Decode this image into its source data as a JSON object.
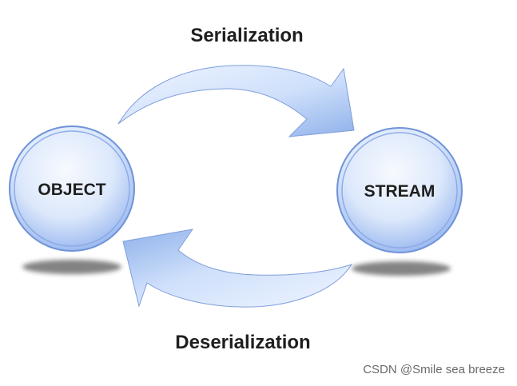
{
  "diagram": {
    "top_label": "Serialization",
    "bottom_label": "Deserialization",
    "left_node": "OBJECT",
    "right_node": "STREAM",
    "watermark": "CSDN @Smile sea breeze"
  },
  "colors": {
    "node_fill_light": "#f6f9ff",
    "node_fill_dark": "#8fb0ec",
    "node_stroke": "#6f93d8",
    "arrow_fill_light": "#eef4ff",
    "arrow_fill_dark": "#9ab8ea",
    "arrow_stroke": "#7f9fdb",
    "text": "#1f1f1f",
    "watermark": "#6a6a6a",
    "shadow": "#6e6e6e"
  }
}
